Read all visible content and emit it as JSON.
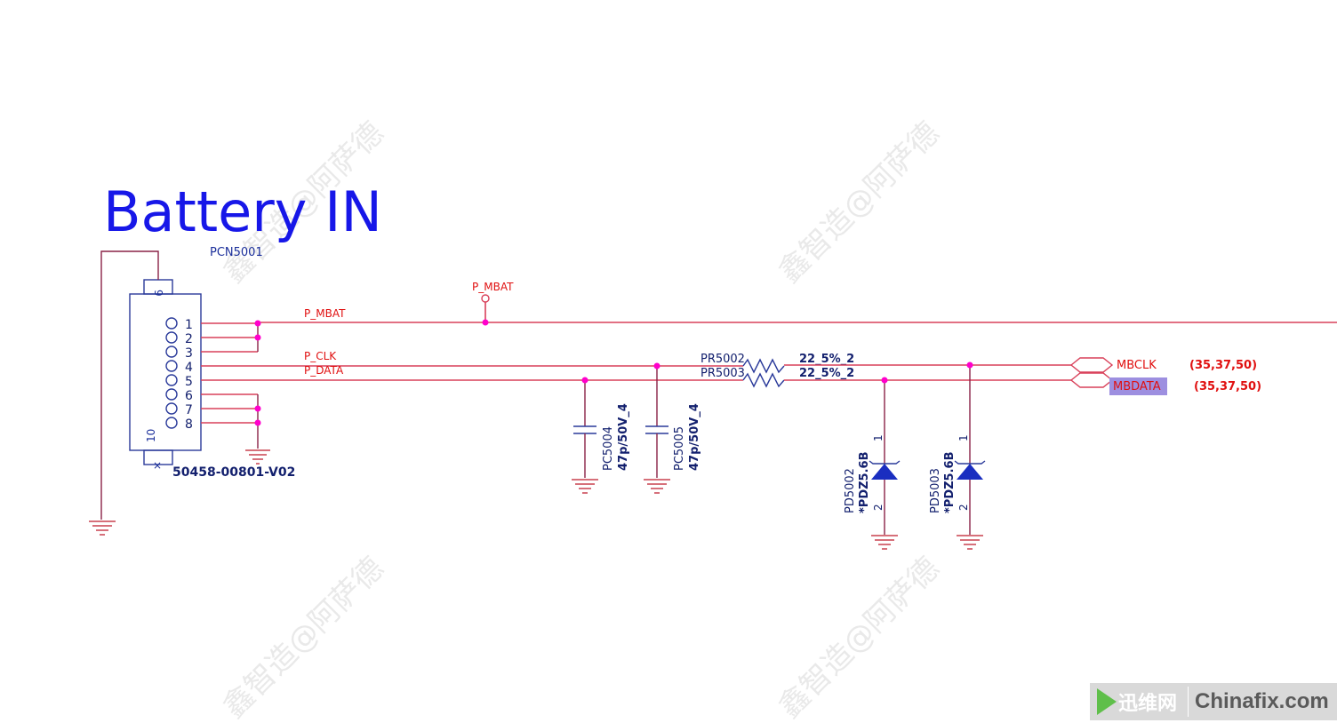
{
  "title": "Battery IN",
  "connector": {
    "ref": "PCN5001",
    "part": "50458-00801-V02",
    "pins": [
      "1",
      "2",
      "3",
      "4",
      "5",
      "6",
      "7",
      "8"
    ],
    "top_pin": "9",
    "bottom_pin": "10",
    "nc_mark": "×"
  },
  "nets": {
    "pmbat": "P_MBAT",
    "pmbat_port": "P_MBAT",
    "pclk": "P_CLK",
    "pdata": "P_DATA"
  },
  "resistors": {
    "r1_ref": "PR5002",
    "r1_val": "22_5%_2",
    "r2_ref": "PR5003",
    "r2_val": "22_5%_2"
  },
  "capacitors": {
    "c1_ref": "PC5004",
    "c1_val": "47p/50V_4",
    "c2_ref": "PC5005",
    "c2_val": "47p/50V_4"
  },
  "diodes": {
    "d1_ref": "PD5002",
    "d1_val": "*PDZ5.6B",
    "d2_ref": "PD5003",
    "d2_val": "*PDZ5.6B",
    "pin1": "1",
    "pin2": "2"
  },
  "ports": {
    "mbclk": "MBCLK",
    "mbclk_refs": "(35,37,50)",
    "mbdata": "MBDATA",
    "mbdata_refs": "(35,37,50)"
  },
  "watermark": "鑫智造@阿萨德",
  "logo": {
    "cn": "迅维网",
    "en": "Chinafix.com"
  },
  "colors": {
    "wire": "#d9415a",
    "net_label": "#e01010",
    "title": "#1717e8",
    "junction": "#ff00cc",
    "highlight": "#9d8fe0"
  }
}
